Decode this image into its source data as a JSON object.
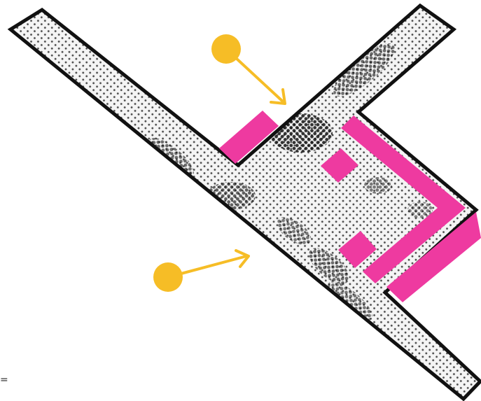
{
  "colors": {
    "background": "#ffffff",
    "shape_outline": "#111111",
    "halftone_dot": "#111111",
    "shape_fill": "#f4f4f4",
    "highlight": "#ee3aa0",
    "pointer": "#f6bd26"
  },
  "diagram": {
    "shape": "halftone-textured arrow-like shape with two diagonal arms",
    "highlights": 6,
    "pointers": 2
  },
  "corner_mark": "="
}
